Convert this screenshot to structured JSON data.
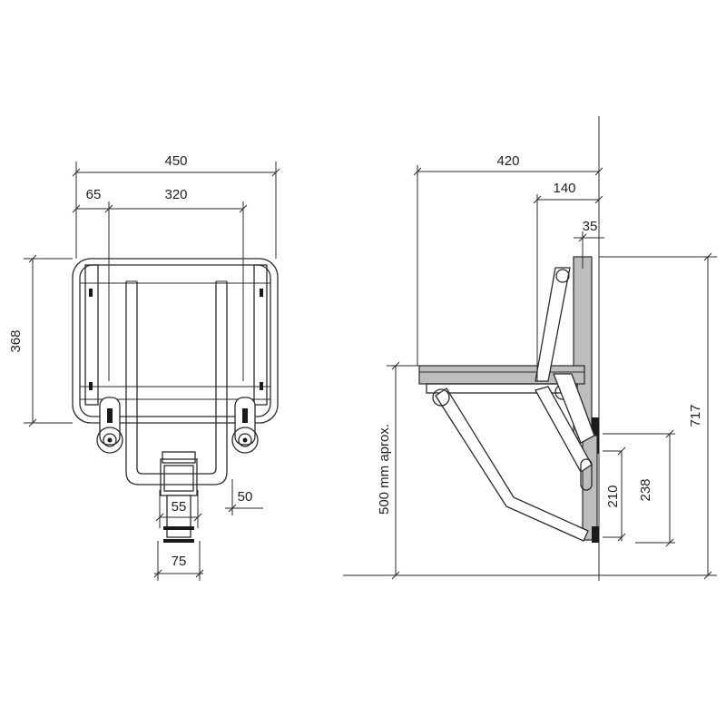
{
  "front_view": {
    "dims": {
      "overall_width": "450",
      "edge_offset": "65",
      "hole_spacing": "320",
      "height": "368",
      "foot_width_inner": "55",
      "foot_width_outer": "75",
      "side_width": "50"
    }
  },
  "side_view": {
    "dims": {
      "depth": "420",
      "arm_offset": "140",
      "wall_offset": "35",
      "seat_height_note": "500 mm aprox.",
      "total_height": "717",
      "lower_bracket_210": "210",
      "lower_bracket_238": "238"
    }
  },
  "colors": {
    "line": "#2a2a2a",
    "shade": "#bdbdbd",
    "background": "#ffffff"
  }
}
